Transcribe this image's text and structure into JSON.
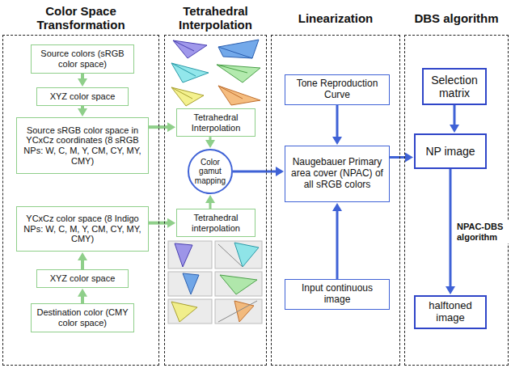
{
  "diagram": {
    "nodes": [
      {
        "text": [
          "Color Space Transformation"
        ]
      },
      {
        "text": [
          "Source colors (sRGB color space)"
        ],
        "in": 0
      },
      {
        "text": [
          "XYZ color space"
        ],
        "in": 0
      },
      {
        "text": [
          "Source sRGB color space in YCxCz coordinates (8 sRGB NPs: W, C, M, Y, CM, CY, MY, CMY)"
        ],
        "in": 0
      },
      {
        "text": [
          "YCxCz color space (8 Indigo NPs: W, C, M, Y, CM, CY, MY, CMY)"
        ],
        "in": 0
      },
      {
        "text": [
          "XYZ color space"
        ],
        "in": 0
      },
      {
        "text": [
          "Destination color (CMY color space)"
        ],
        "in": 0
      },
      {
        "text": [
          "Tetrahedral Interpolation"
        ]
      },
      {
        "text": [
          "Tetrahedral Interpolation"
        ],
        "in": 7
      },
      {
        "text": [
          "Color gamut mapping"
        ],
        "in": 7
      },
      {
        "text": [
          "Tetrahedral interpolation"
        ],
        "in": 7
      },
      {
        "text": [
          "Linearization"
        ]
      },
      {
        "text": [
          "Tone Reproduction Curve"
        ],
        "in": 11
      },
      {
        "text": [
          "Naugebauer Primary area cover (NPAC) of all sRGB colors"
        ],
        "in": 11
      },
      {
        "text": [
          "Input continuous image"
        ],
        "in": 11
      },
      {
        "text": [
          "DBS algorithm"
        ]
      },
      {
        "text": [
          "Selection matrix"
        ],
        "in": 15
      },
      {
        "text": [
          "NP image"
        ],
        "in": 15
      },
      {
        "text": [
          "halftoned image"
        ],
        "in": 15
      }
    ],
    "edges": [
      {
        "from": 1,
        "to": 2,
        "arrow": "to"
      },
      {
        "from": 2,
        "to": 3,
        "arrow": "to"
      },
      {
        "from": 3,
        "to": 8,
        "arrow": "to"
      },
      {
        "from": 6,
        "to": 5,
        "arrow": "to"
      },
      {
        "from": 5,
        "to": 4,
        "arrow": "to"
      },
      {
        "from": 4,
        "to": 10,
        "arrow": "to"
      },
      {
        "from": 8,
        "to": 9,
        "arrow": "to"
      },
      {
        "from": 10,
        "to": 9,
        "arrow": "to"
      },
      {
        "from": 9,
        "to": 13,
        "arrow": "to"
      },
      {
        "from": 12,
        "to": 13,
        "arrow": "to"
      },
      {
        "from": 14,
        "to": 13,
        "arrow": "to"
      },
      {
        "from": 13,
        "to": 17,
        "arrow": "to"
      },
      {
        "from": 16,
        "to": 17,
        "arrow": "to"
      },
      {
        "from": 17,
        "to": 18,
        "arrow": "to",
        "label": "NPAC-DBS algorithm"
      }
    ]
  }
}
